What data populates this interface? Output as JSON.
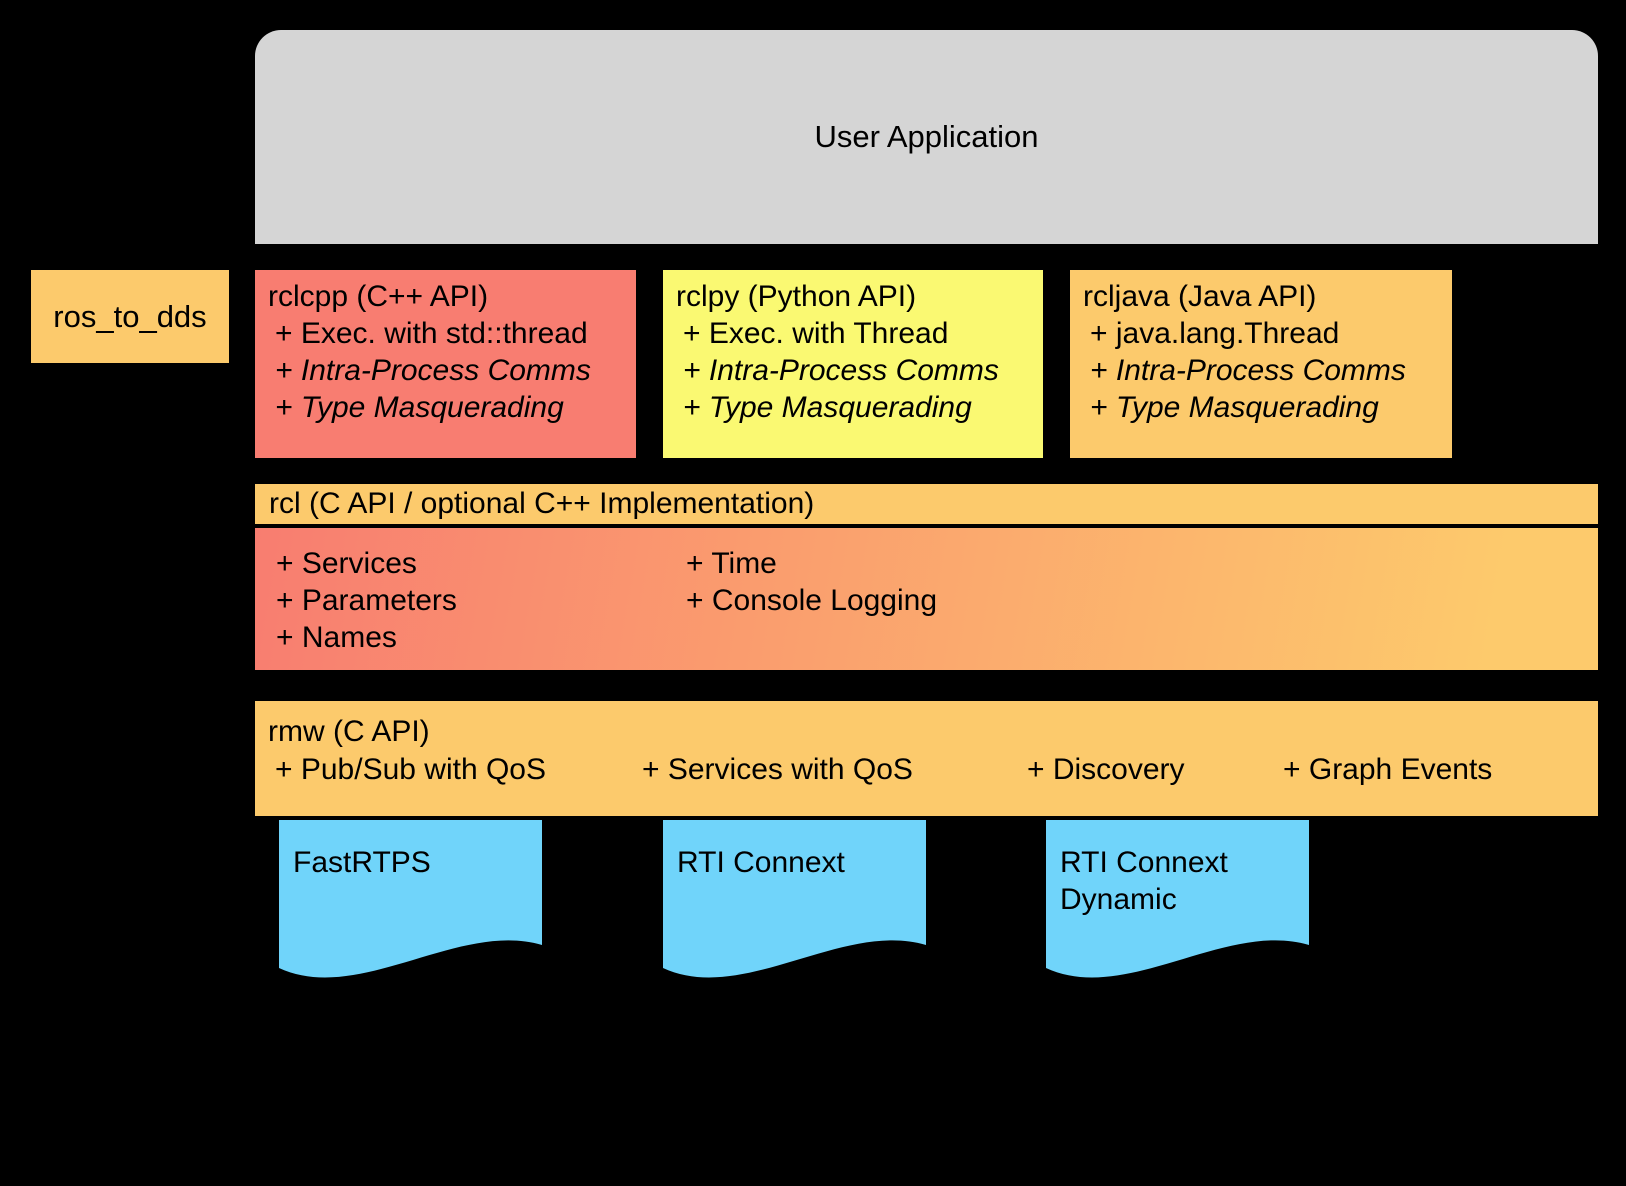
{
  "colors": {
    "background": "#000000",
    "gray": "#d5d5d5",
    "orange": "#fcca6c",
    "salmon": "#f87d71",
    "yellow": "#faf972",
    "blue": "#70d4fa",
    "rcl_gradient_left": "#f87d70",
    "rcl_gradient_right": "#fdca6c"
  },
  "user_application": {
    "label": "User Application",
    "bg": "#d5d5d5"
  },
  "ros_to_dds": {
    "label": "ros_to_dds",
    "bg": "#fcca6c"
  },
  "client_libraries": [
    {
      "title": "rclcpp (C++ API)",
      "bg": "#f87d71",
      "items": [
        "+ Exec. with std::thread",
        "+ Intra-Process Comms",
        "+ Type Masquerading"
      ]
    },
    {
      "title": "rclpy (Python API)",
      "bg": "#faf972",
      "items": [
        "+ Exec. with Thread",
        "+ Intra-Process Comms",
        "+ Type Masquerading"
      ]
    },
    {
      "title": "rcljava (Java API)",
      "bg": "#fcca6c",
      "items": [
        "+ java.lang.Thread",
        "+ Intra-Process Comms",
        "+ Type Masquerading"
      ]
    }
  ],
  "rcl": {
    "header": "rcl (C API / optional C++ Implementation)",
    "header_bg": "#fcca6c",
    "col1": [
      "+ Services",
      "+ Parameters",
      "+ Names"
    ],
    "col2": [
      "+ Time",
      "+ Console Logging"
    ]
  },
  "rmw": {
    "title": "rmw (C API)",
    "bg": "#fcca6c",
    "items": [
      "+ Pub/Sub with QoS",
      "+ Services with QoS",
      "+ Discovery",
      "+ Graph Events"
    ]
  },
  "dds_implementations": [
    {
      "label": "FastRTPS",
      "bg": "#70d4fa"
    },
    {
      "label": "RTI Connext",
      "bg": "#70d4fa"
    },
    {
      "label": "RTI Connext Dynamic",
      "bg": "#70d4fa"
    }
  ]
}
